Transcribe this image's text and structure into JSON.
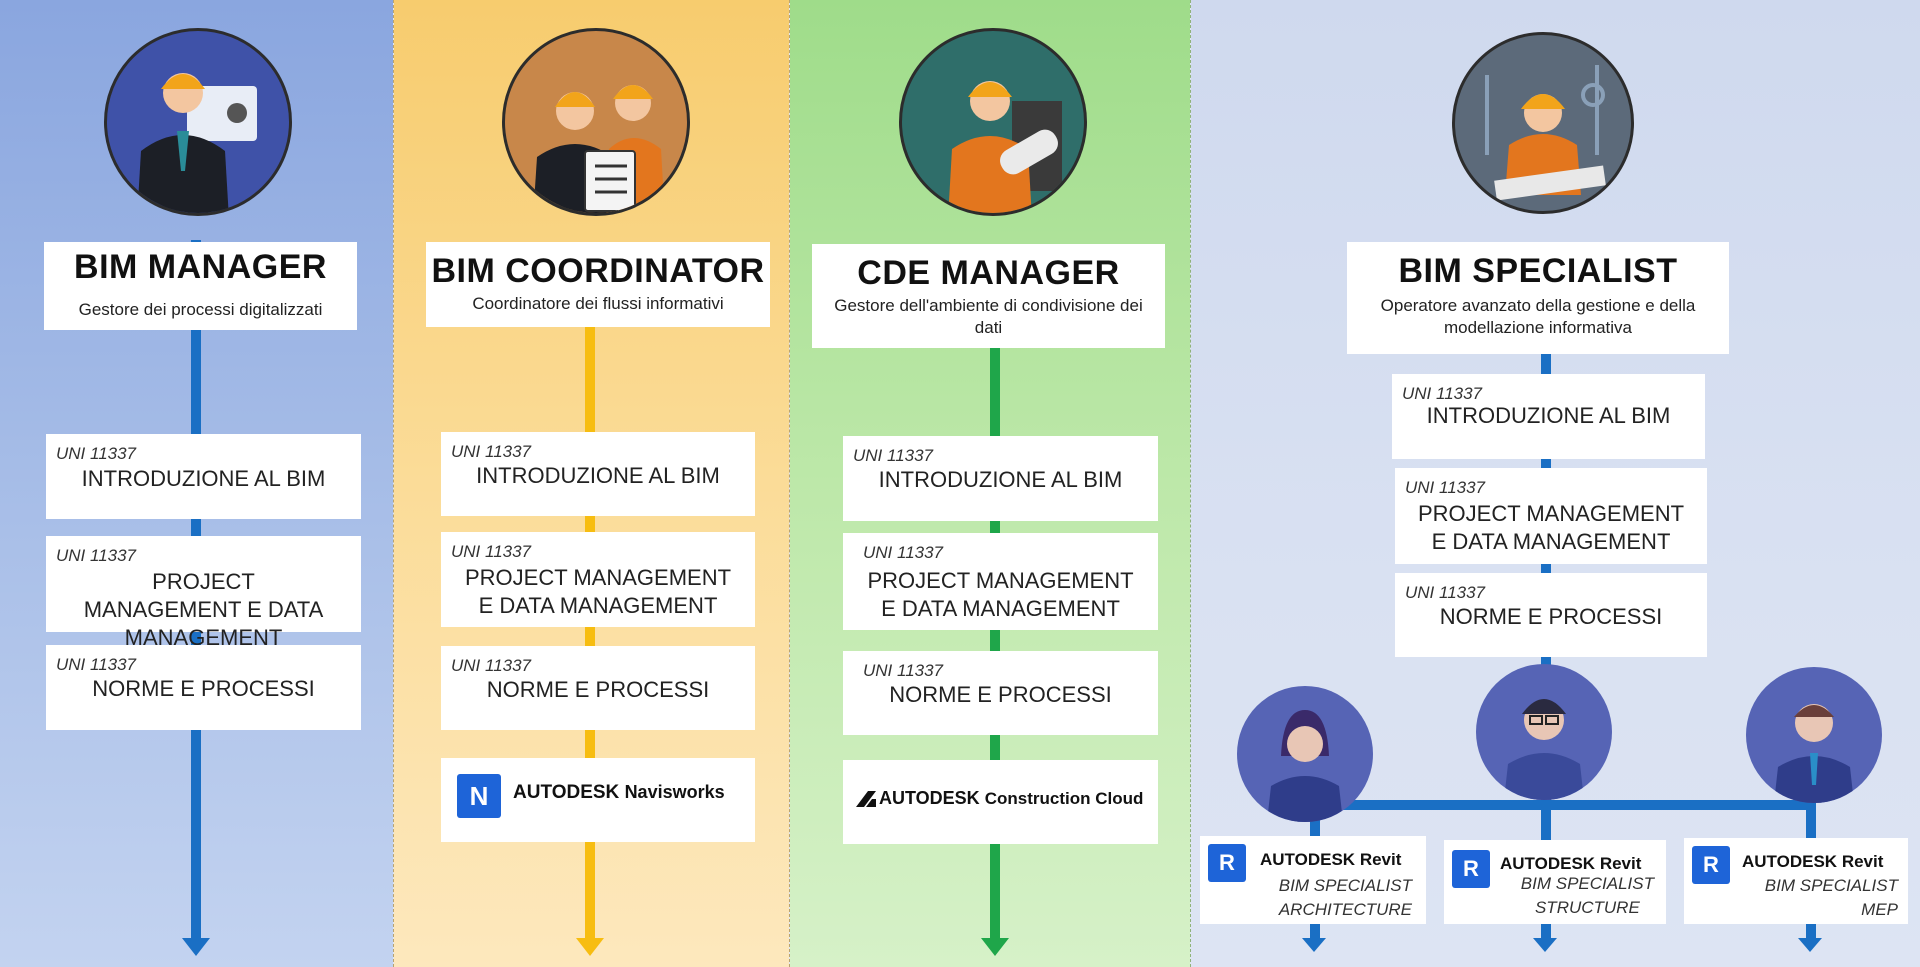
{
  "colors": {
    "blue": "#1a6fc4",
    "yellow": "#f7bd11",
    "green": "#1fa64a",
    "autodesk_blue": "#1e64d8"
  },
  "columns": [
    {
      "title": "BIM MANAGER",
      "subtitle": "Gestore dei processi digitalizzati",
      "avatar": "manager-at-computer-icon",
      "courses": [
        {
          "code": "UNI 11337",
          "name": "INTRODUZIONE AL BIM"
        },
        {
          "code": "UNI 11337",
          "name": "PROJECT MANAGEMENT E DATA MANAGEMENT"
        },
        {
          "code": "UNI 11337",
          "name": "NORME E PROCESSI"
        }
      ]
    },
    {
      "title": "BIM COORDINATOR",
      "subtitle": "Coordinatore dei flussi informativi",
      "avatar": "coordinators-with-checklist-icon",
      "courses": [
        {
          "code": "UNI 11337",
          "name": "INTRODUZIONE AL BIM"
        },
        {
          "code": "UNI 11337",
          "name": "PROJECT MANAGEMENT E DATA MANAGEMENT"
        },
        {
          "code": "UNI 11337",
          "name": "NORME E PROCESSI"
        }
      ],
      "software": {
        "logo_letter": "N",
        "brand": "AUTODESK",
        "product": "Navisworks"
      }
    },
    {
      "title": "CDE MANAGER",
      "subtitle": "Gestore dell'ambiente di condivisione dei dati",
      "avatar": "engineer-with-blueprint-icon",
      "courses": [
        {
          "code": "UNI 11337",
          "name": "INTRODUZIONE AL BIM"
        },
        {
          "code": "UNI 11337",
          "name": "PROJECT MANAGEMENT E DATA MANAGEMENT"
        },
        {
          "code": "UNI 11337",
          "name": "NORME E PROCESSI"
        }
      ],
      "software": {
        "brand": "AUTODESK",
        "product": "Construction Cloud"
      }
    },
    {
      "title": "BIM SPECIALIST",
      "subtitle": "Operatore avanzato della gestione e della modellazione informativa",
      "avatar": "construction-worker-icon",
      "courses": [
        {
          "code": "UNI 11337",
          "name": "INTRODUZIONE AL BIM"
        },
        {
          "code": "UNI 11337",
          "name": "PROJECT MANAGEMENT E DATA MANAGEMENT"
        },
        {
          "code": "UNI 11337",
          "name": "NORME E PROCESSI"
        }
      ],
      "specialists": [
        {
          "logo_letter": "R",
          "brand": "AUTODESK",
          "product": "Revit",
          "role": "BIM SPECIALIST",
          "area": "ARCHITECTURE"
        },
        {
          "logo_letter": "R",
          "brand": "AUTODESK",
          "product": "Revit",
          "role": "BIM SPECIALIST",
          "area": "STRUCTURE"
        },
        {
          "logo_letter": "R",
          "brand": "AUTODESK",
          "product": "Revit",
          "role": "BIM SPECIALIST",
          "area": "MEP"
        }
      ]
    }
  ]
}
